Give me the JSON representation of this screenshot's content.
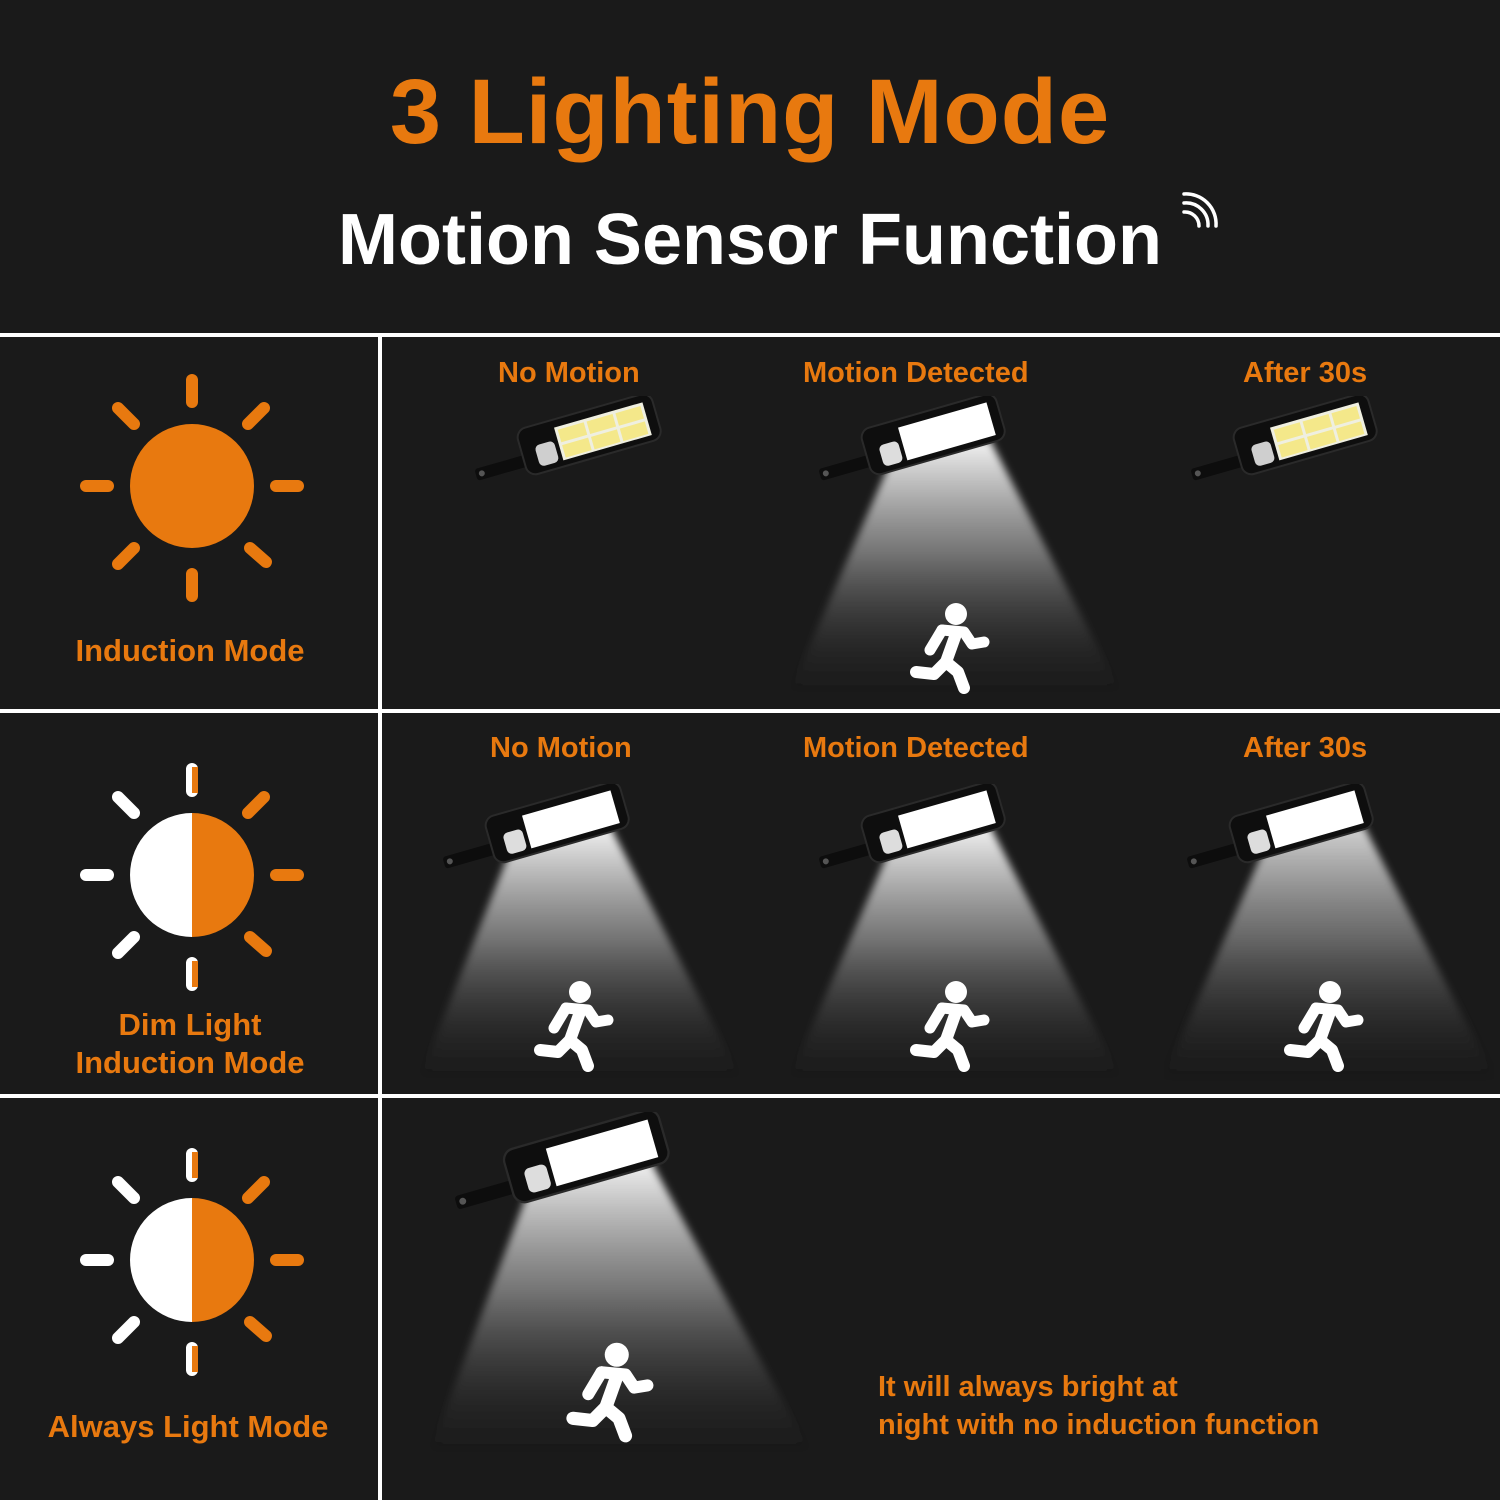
{
  "header": {
    "title": "3 Lighting Mode",
    "subtitle": "Motion Sensor Function",
    "subtitle_icon": "wireless-signal-icon"
  },
  "colors": {
    "background": "#1a1a1a",
    "accent": "#e8790f",
    "text_light": "#ffffff",
    "grid_lines": "#ffffff"
  },
  "modes": [
    {
      "name": "Induction Mode",
      "icon": "sun-icon-full-orange",
      "states": [
        {
          "label": "No Motion",
          "lamp": "dim",
          "beam": false,
          "person": false
        },
        {
          "label": "Motion Detected",
          "lamp": "bright",
          "beam": true,
          "person": true
        },
        {
          "label": "After 30s",
          "lamp": "dim",
          "beam": false,
          "person": false
        }
      ]
    },
    {
      "name_line1": "Dim Light",
      "name_line2": "Induction Mode",
      "icon": "sun-icon-half-white-half-orange",
      "states": [
        {
          "label": "No Motion",
          "lamp": "bright",
          "beam": true,
          "person": true
        },
        {
          "label": "Motion Detected",
          "lamp": "bright",
          "beam": true,
          "person": true
        },
        {
          "label": "After 30s",
          "lamp": "bright",
          "beam": true,
          "person": true
        }
      ]
    },
    {
      "name": "Always Light Mode",
      "icon": "sun-icon-half-white-half-orange",
      "states": [
        {
          "label": "",
          "lamp": "bright",
          "beam": true,
          "person": true
        }
      ],
      "note_line1": "It will always bright at",
      "note_line2": "night with no induction function"
    }
  ]
}
